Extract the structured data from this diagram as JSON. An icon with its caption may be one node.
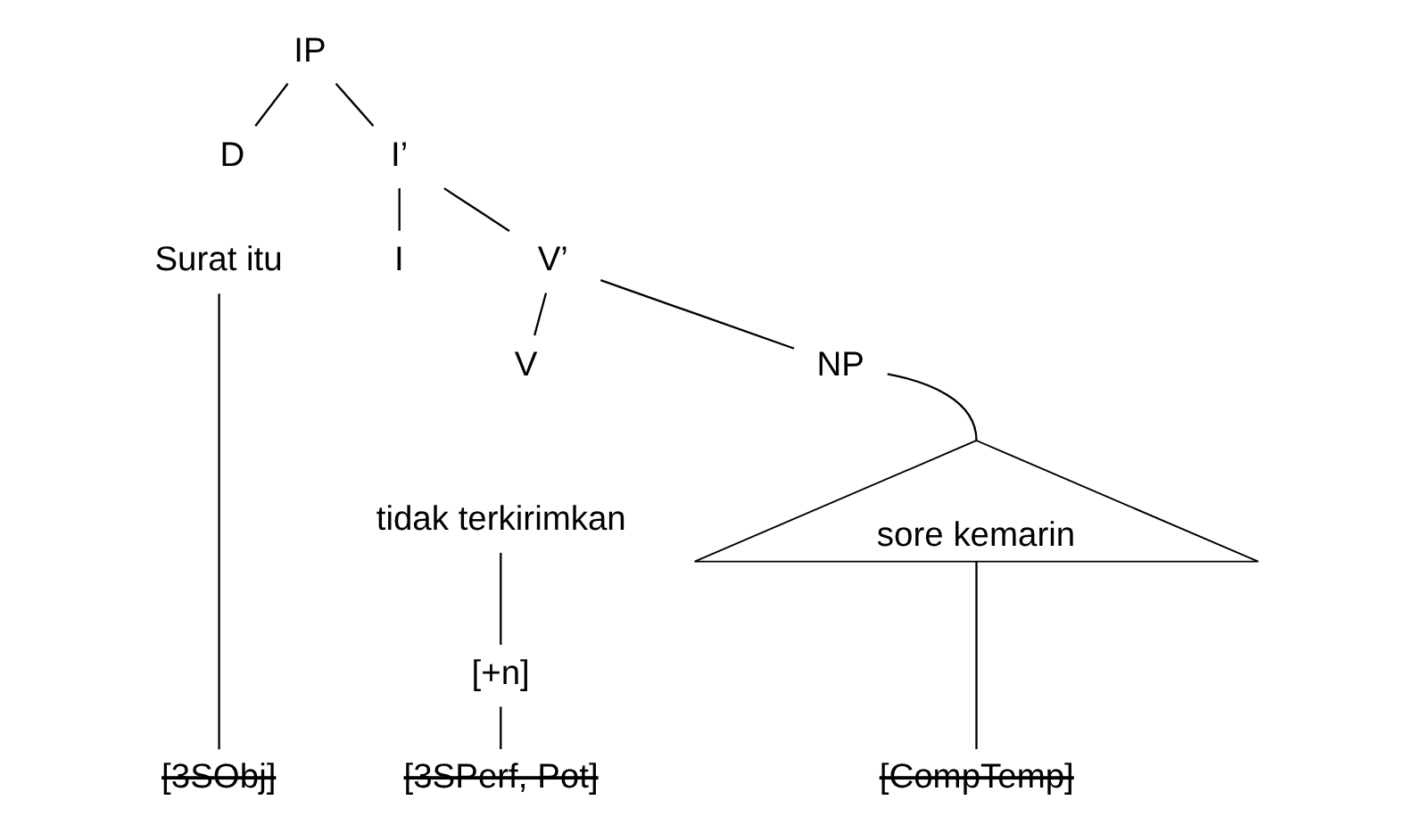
{
  "diagram": {
    "nodes": [
      {
        "text": [
          "IP"
        ]
      },
      {
        "text": [
          "D"
        ]
      },
      {
        "text": [
          "I’"
        ]
      },
      {
        "text": [
          "Surat itu"
        ]
      },
      {
        "text": [
          "I"
        ]
      },
      {
        "text": [
          "V’"
        ]
      },
      {
        "text": [
          "V"
        ]
      },
      {
        "text": [
          "NP"
        ]
      },
      {
        "text": [
          "tidak terkirimkan"
        ]
      },
      {
        "text": [
          "sore kemarin"
        ]
      },
      {
        "text": [
          "[+n]"
        ]
      },
      {
        "text": [
          "[3SObj]"
        ]
      },
      {
        "text": [
          "[3SPerf, Pot]"
        ]
      },
      {
        "text": [
          "[CompTemp]"
        ]
      }
    ],
    "edges": [
      {
        "from": 0,
        "to": 1,
        "arrow": "none"
      },
      {
        "from": 0,
        "to": 2,
        "arrow": "none"
      },
      {
        "from": 2,
        "to": 4,
        "arrow": "none"
      },
      {
        "from": 2,
        "to": 5,
        "arrow": "none"
      },
      {
        "from": 5,
        "to": 6,
        "arrow": "none"
      },
      {
        "from": 5,
        "to": 7,
        "arrow": "none"
      },
      {
        "from": 7,
        "to": 9,
        "arrow": "none"
      },
      {
        "from": 3,
        "to": 11,
        "arrow": "none"
      },
      {
        "from": 8,
        "to": 10,
        "arrow": "none"
      },
      {
        "from": 10,
        "to": 12,
        "arrow": "none"
      },
      {
        "from": 9,
        "to": 13,
        "arrow": "none"
      }
    ]
  }
}
